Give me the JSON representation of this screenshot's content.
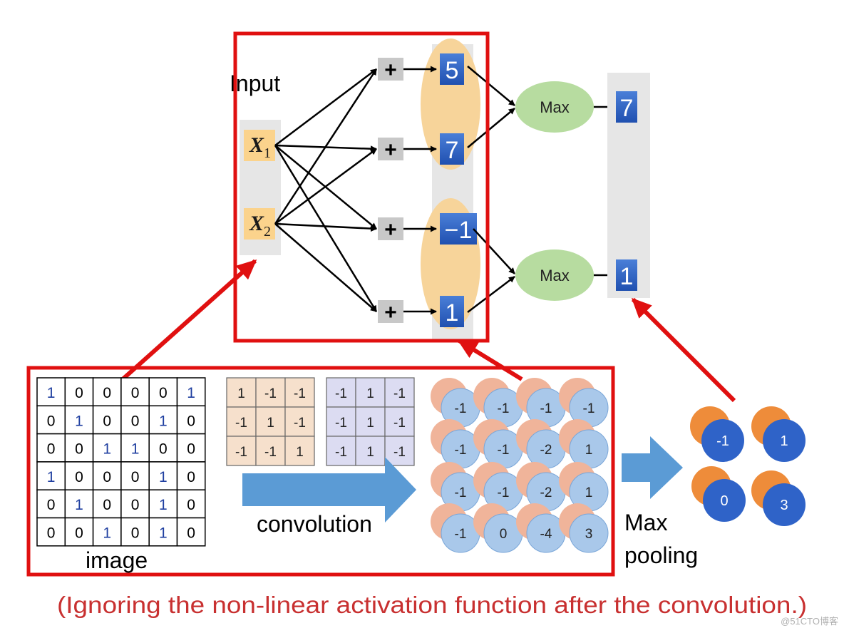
{
  "network": {
    "input_label": "Input",
    "inputs": [
      {
        "var": "X",
        "sub": "1"
      },
      {
        "var": "X",
        "sub": "2"
      }
    ],
    "sum_symbol": "+",
    "conv_outputs": [
      "5",
      "7",
      "−1",
      "1"
    ],
    "max_label": "Max",
    "pool_outputs": [
      "7",
      "1"
    ]
  },
  "image": {
    "caption": "image",
    "grid": [
      [
        "1",
        "0",
        "0",
        "0",
        "0",
        "1"
      ],
      [
        "0",
        "1",
        "0",
        "0",
        "1",
        "0"
      ],
      [
        "0",
        "0",
        "1",
        "1",
        "0",
        "0"
      ],
      [
        "1",
        "0",
        "0",
        "0",
        "1",
        "0"
      ],
      [
        "0",
        "1",
        "0",
        "0",
        "1",
        "0"
      ],
      [
        "0",
        "0",
        "1",
        "0",
        "1",
        "0"
      ]
    ]
  },
  "filters": [
    {
      "values": [
        [
          "1",
          "-1",
          "-1"
        ],
        [
          "-1",
          "1",
          "-1"
        ],
        [
          "-1",
          "-1",
          "1"
        ]
      ],
      "color": "#f6e0cc"
    },
    {
      "values": [
        [
          "-1",
          "1",
          "-1"
        ],
        [
          "-1",
          "1",
          "-1"
        ],
        [
          "-1",
          "1",
          "-1"
        ]
      ],
      "color": "#dcdcf2"
    }
  ],
  "convolution_label": "convolution",
  "feature_map": [
    [
      "-1",
      "-1",
      "-1",
      "-1"
    ],
    [
      "-1",
      "-1",
      "-2",
      "1"
    ],
    [
      "-1",
      "-1",
      "-2",
      "1"
    ],
    [
      "-1",
      "0",
      "-4",
      "3"
    ]
  ],
  "max_pooling_label": [
    "Max",
    "pooling"
  ],
  "pooled": [
    "-1",
    "1",
    "0",
    "3"
  ],
  "footnote": "(Ignoring the non-linear activation function after the convolution.)",
  "watermark": "@51CTO博客",
  "colors": {
    "frame_red": "#e01010",
    "footnote_red": "#c83030",
    "node_blue": "#3060c0",
    "oval_orange": "#f7d49a",
    "max_green": "#b7dca0",
    "arrow_blue": "#5b9bd5",
    "circle_light_blue": "#a9c8ea",
    "circle_salmon": "#f0b49a",
    "circle_dark_blue": "#2f63c8",
    "circle_orange": "#ee8c3a",
    "input_yellow": "#fbd38c",
    "bar_gray": "#e6e6e6",
    "sum_gray": "#c8c8c8",
    "digit_one_blue": "#1f3fa0"
  }
}
